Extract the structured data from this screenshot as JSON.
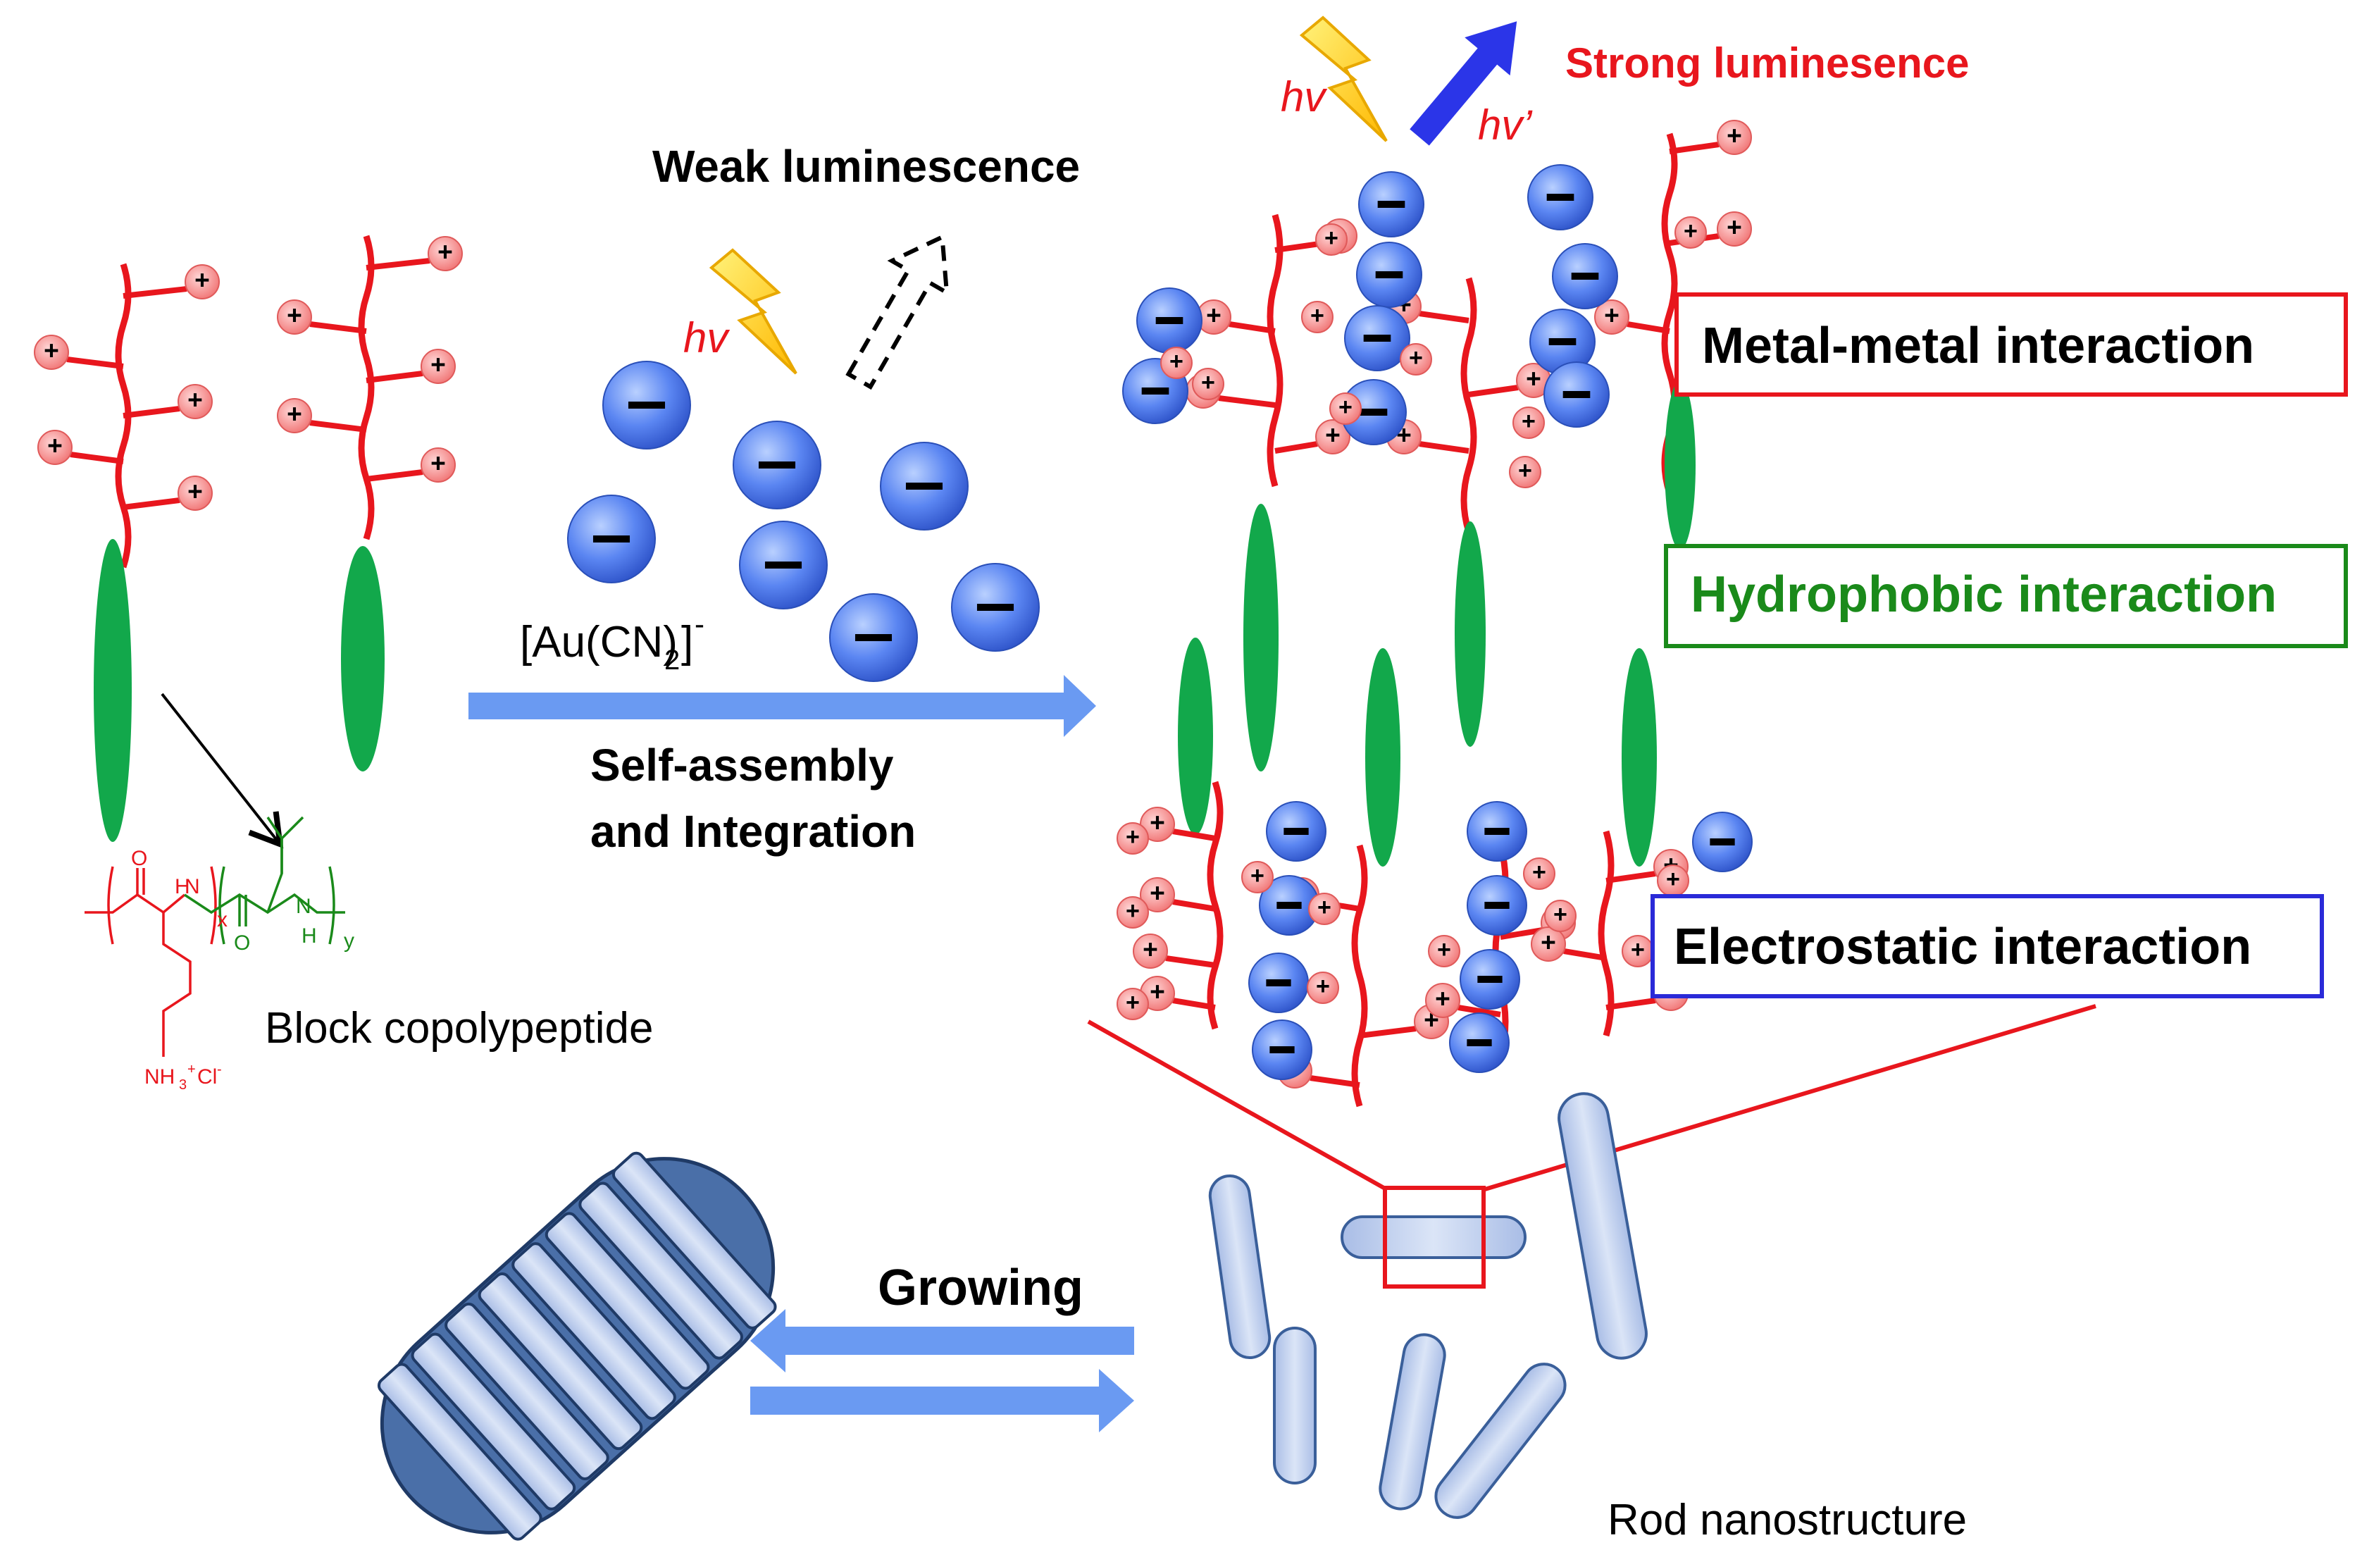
{
  "labels": {
    "weak": "Weak luminescence",
    "strong": "Strong luminesence",
    "hv_left": "hv",
    "hv_right": "hv",
    "hv_prime": "hv’",
    "au_main": "[Au(CN)",
    "au_sub": "2",
    "au_close": "]",
    "au_sup": "-",
    "self_assembly_1": "Self-assembly",
    "self_assembly_2": "and Integration",
    "block": "Block copolypeptide",
    "growing": "Growing",
    "rod": "Rod nanostructure"
  },
  "boxes": {
    "metal": {
      "text": "Metal-metal interaction",
      "color": "#e8161d"
    },
    "hydro": {
      "text": "Hydrophobic interaction",
      "color": "#1a8a1a"
    },
    "electro": {
      "text": "Electrostatic interaction",
      "color": "#2a2ad8"
    }
  },
  "chem": {
    "o1": "O",
    "nh1": "H",
    "n1": "N",
    "o2": "O",
    "n2": "N",
    "h2": "H",
    "x": "x",
    "y": "y",
    "nh3": "NH",
    "sub3": "3",
    "plus": "+",
    "cl": "Cl",
    "clminus": "-"
  },
  "glyphs": {
    "plus": "+",
    "minus": "−"
  },
  "colors": {
    "chain": "#e8161d",
    "helix": "#12a84b",
    "anion": "#4f7df0",
    "cation": "#f28080",
    "arrow": "#6a9af2",
    "rod": "#b7c9ea",
    "bolt": "#ffd21a",
    "emission": "#2b35e8"
  }
}
